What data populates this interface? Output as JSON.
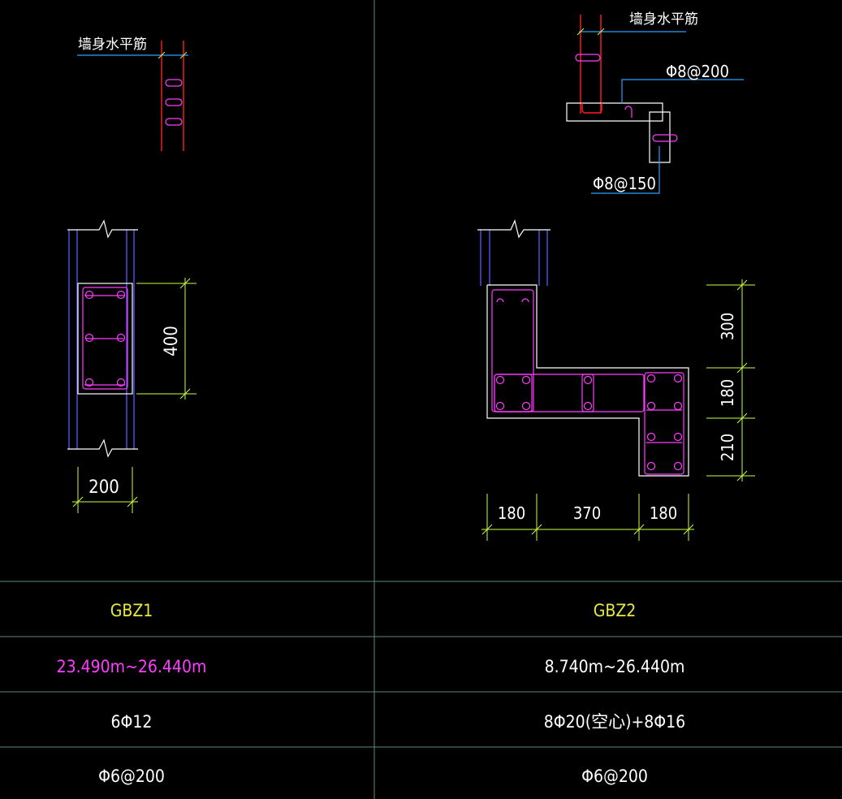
{
  "colors": {
    "background": "#000000",
    "grid": "#5a8a78",
    "dimension": "#c8ff40",
    "outline": "#ffffff",
    "wall": "#5a5aff",
    "stirrup": "#ff3cff",
    "rebar_red": "#ff2020",
    "leader": "#2aa0ff",
    "label_yellow": "#e8e840",
    "label_magenta": "#ff3cff",
    "label_white": "#ffffff"
  },
  "left_detail": {
    "wall_rebar_label": "墙身水平筋",
    "width_dim": "200",
    "height_dim": "400"
  },
  "right_detail": {
    "wall_rebar_label": "墙身水平筋",
    "callout_top": "Φ8@200",
    "callout_bottom": "Φ8@150",
    "dims_vertical": [
      "300",
      "180",
      "210"
    ],
    "dims_horizontal": [
      "180",
      "370",
      "180"
    ]
  },
  "table": {
    "rows": [
      {
        "row": "name",
        "left": "GBZ1",
        "right": "GBZ2"
      },
      {
        "row": "elevation",
        "left": "23.490m~26.440m",
        "right": "8.740m~26.440m"
      },
      {
        "row": "longitudinal",
        "left": "6Φ12",
        "right": "8Φ20(空心)+8Φ16"
      },
      {
        "row": "stirrup",
        "left": "Φ6@200",
        "right": "Φ6@200"
      }
    ]
  }
}
